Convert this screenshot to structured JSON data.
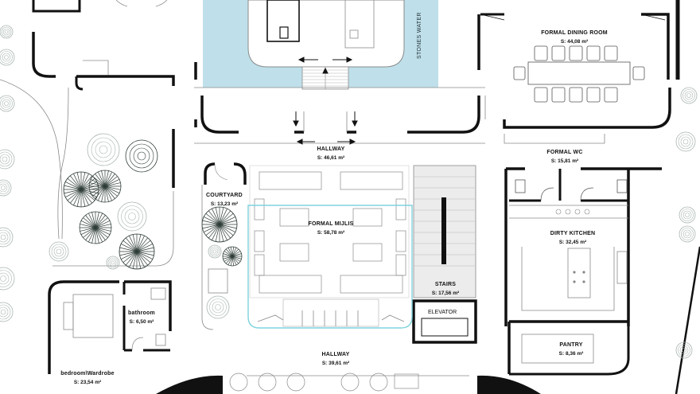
{
  "colors": {
    "water": "#bfe0ea",
    "wall": "#111111",
    "line": "#8a8a8a",
    "highlight": "#7fd3df",
    "tree_dark": "#2f3d39",
    "tree_light": "#a8b5b0",
    "stairs_fill": "#ececec"
  },
  "water_label": "STONES WATER",
  "rooms": {
    "formal_dining": {
      "name": "FORMAL DINING ROOM",
      "area": "S: 44,08 m²"
    },
    "formal_wc": {
      "name": "FORMAL  WC",
      "area": "S: 15,81 m²"
    },
    "hallway_top": {
      "name": "HALLWAY",
      "area": "S: 46,61 m²"
    },
    "courtyard": {
      "name": "COURTYARD",
      "area": "S: 13,23 m²"
    },
    "formal_mijlis": {
      "name": "FORMAL  MIJLIS",
      "area": "S: 58,78 m²"
    },
    "dirty_kitchen": {
      "name": "DIRTY KITCHEN",
      "area": "S: 32,45 m²"
    },
    "stairs": {
      "name": "STAIRS",
      "area": "S: 17,56 m²"
    },
    "elevator": {
      "name": "ELEVATOR"
    },
    "bathroom": {
      "name": "bathroom",
      "area": "S: 6,50 m²"
    },
    "pantry": {
      "name": "PANTRY",
      "area": "S: 8,36 m²"
    },
    "hallway_bottom": {
      "name": "HALLWAY",
      "area": "S: 39,61 m²"
    },
    "bedroom": {
      "name": "bedroom\\Wardrobe",
      "area": "S: 23,54 m²"
    }
  }
}
